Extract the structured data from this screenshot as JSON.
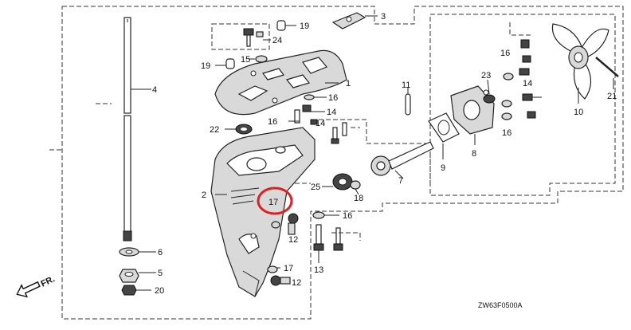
{
  "diagram_code": "ZW63F0500A",
  "front_label": "FR.",
  "callouts": {
    "c1": "1",
    "c2": "2",
    "c3": "3",
    "c4": "4",
    "c5": "5",
    "c6": "6",
    "c7": "7",
    "c8": "8",
    "c9": "9",
    "c10": "10",
    "c11": "11",
    "c12a": "12",
    "c12b": "12",
    "c13": "13",
    "c14a": "14",
    "c14b": "14",
    "c14c": "14",
    "c15": "15",
    "c16a": "16",
    "c16b": "16",
    "c16c": "16",
    "c16d": "16",
    "c16e": "16",
    "c17a": "17",
    "c17b": "17",
    "c18": "18",
    "c19a": "19",
    "c19b": "19",
    "c20": "20",
    "c21": "21",
    "c22": "22",
    "c23": "23",
    "c24": "24",
    "c25": "25"
  },
  "highlight": {
    "label": "17",
    "color": "#e02020"
  },
  "colors": {
    "line": "#222222",
    "part_fill": "#d9d9d9"
  }
}
